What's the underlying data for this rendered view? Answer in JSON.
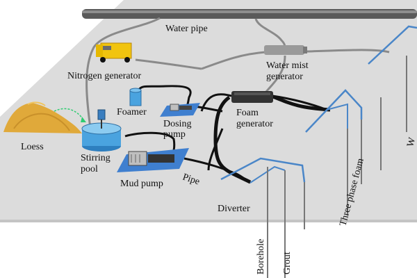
{
  "labels": {
    "water_pipe": "Water pipe",
    "nitrogen_generator": "Nitrogen generator",
    "water_mist_line1": "Water mist",
    "water_mist_line2": "generator",
    "foamer": "Foamer",
    "dosing_line1": "Dosing",
    "dosing_line2": "pump",
    "foam_gen_line1": "Foam",
    "foam_gen_line2": "generator",
    "loess": "Loess",
    "stirring_line1": "Stirring",
    "stirring_line2": "pool",
    "mud_pump": "Mud pump",
    "pipe": "Pipe",
    "diverter": "Diverter",
    "borehole": "Borehole",
    "grout": "Grout",
    "three_phase_foam": "Three phase foam",
    "partial_w": "W"
  },
  "colors": {
    "platform": "#dcdcdc",
    "platform_side": "#bdbdbd",
    "blue": "#4a86c8",
    "pool": "#4aa3df",
    "pad": "#3f7fcf",
    "truck": "#f1c40f",
    "black_pipe": "#111111",
    "water_line": "#8a8a8a",
    "loess": "#e0a93a"
  }
}
